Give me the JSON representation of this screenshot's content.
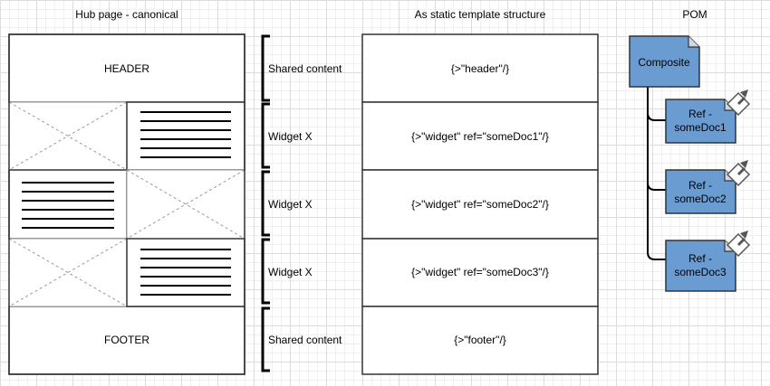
{
  "columns": {
    "hub_title": "Hub page - canonical",
    "template_title": "As static template structure",
    "pom_title": "POM"
  },
  "hub": {
    "header": "HEADER",
    "footer": "FOOTER"
  },
  "braces": [
    "Shared content",
    "Widget X",
    "Widget X",
    "Widget X",
    "Shared content"
  ],
  "template_rows": [
    "{>\"header\"/}",
    "{>\"widget\" ref=\"someDoc1\"/}",
    "{>\"widget\" ref=\"someDoc2\"/}",
    "{>\"widget\" ref=\"someDoc3\"/}",
    "{>\"footer\"/}"
  ],
  "pom": {
    "root": "Composite",
    "children": [
      {
        "line1": "Ref -",
        "line2": "someDoc1"
      },
      {
        "line1": "Ref -",
        "line2": "someDoc2"
      },
      {
        "line1": "Ref -",
        "line2": "someDoc3"
      }
    ]
  },
  "colors": {
    "node_fill": "#6a9bd1",
    "node_stroke": "#333333",
    "border": "#333333",
    "placeholder": "#999999"
  }
}
